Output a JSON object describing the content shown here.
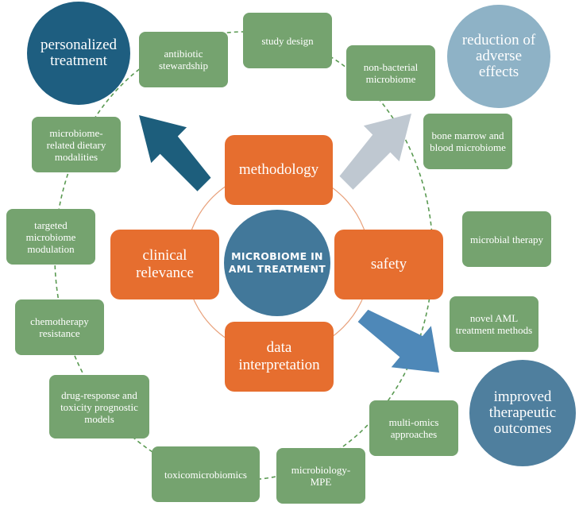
{
  "center": {
    "label": "MICROBIOME IN AML TREATMENT"
  },
  "themes": {
    "methodology": "methodology",
    "safety": "safety",
    "data_interpretation": "data interpretation",
    "clinical_relevance": "clinical relevance"
  },
  "outcomes": {
    "personalized_treatment": "personalized treatment",
    "reduction_adverse_effects": "reduction of adverse effects",
    "improved_outcomes": "improved therapeutic outcomes"
  },
  "topics": {
    "antibiotic_stewardship": "antibiotic stewardship",
    "study_design": "study design",
    "non_bacterial_microbiome": "non-bacterial microbiome",
    "bone_marrow_blood_microbiome": "bone marrow and blood microbiome",
    "microbial_therapy": "microbial therapy",
    "novel_aml_methods": "novel AML treatment methods",
    "multi_omics": "multi-omics approaches",
    "microbiology_mpe": "microbiology-MPE",
    "toxicomicrobiomics": "toxicomicrobiomics",
    "drug_response_models": "drug-response and toxicity prognostic models",
    "chemotherapy_resistance": "chemotherapy resistance",
    "targeted_modulation": "targeted microbiome modulation",
    "dietary_modalities": "microbiome-related dietary modalities"
  },
  "colors": {
    "green_box": "#75a36f",
    "orange_box": "#e66e2f",
    "center_circle": "#42789a",
    "dark_blue_circle": "#1e5e80",
    "light_blue_circle": "#8eb2c6",
    "medium_blue_circle": "#4f7f9e",
    "dark_arrow": "#1d5e7c",
    "gray_arrow": "#bfc8d1",
    "blue_arrow": "#4e88b8",
    "dashed_ring": "#5a9a52",
    "inner_ring": "#e8a07a"
  }
}
